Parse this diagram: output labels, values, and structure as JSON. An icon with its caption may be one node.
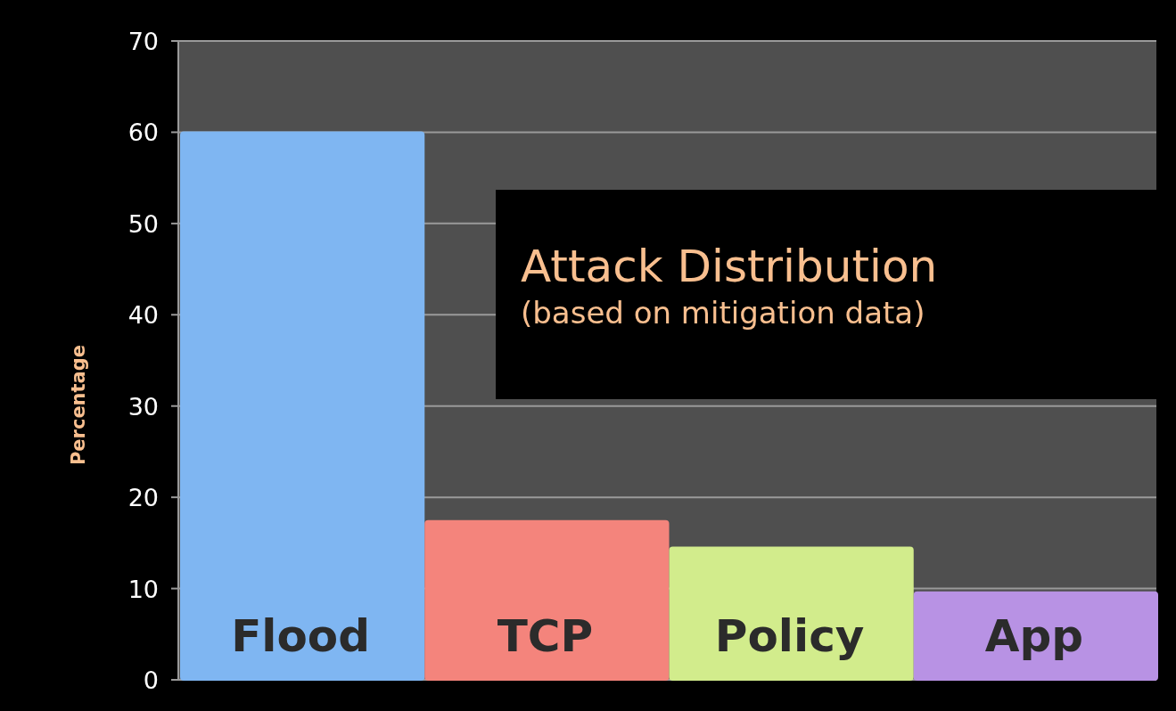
{
  "diagram": {
    "title": "Attack Distribution",
    "labels": [
      "(based on mitigation data)"
    ],
    "chart_data": {
      "type": "bar",
      "ylabel": "Percentage",
      "categories": [
        "Flood",
        "TCP",
        "Policy",
        "App"
      ],
      "stacked": true,
      "series": [
        {
          "color": "#7fb6f2",
          "values": [
            60,
            null,
            null,
            null
          ]
        },
        {
          "color": "#f4847c",
          "values": [
            null,
            17.4,
            null,
            null
          ]
        },
        {
          "color": "#d2ec8c",
          "values": [
            null,
            null,
            14.5,
            null
          ]
        },
        {
          "color": "#b892e4",
          "values": [
            null,
            null,
            null,
            9.6
          ]
        }
      ],
      "ylim": [
        0,
        70
      ],
      "grid": true,
      "yticks": [
        0,
        10,
        20,
        30,
        40,
        50,
        60,
        70
      ]
    }
  }
}
